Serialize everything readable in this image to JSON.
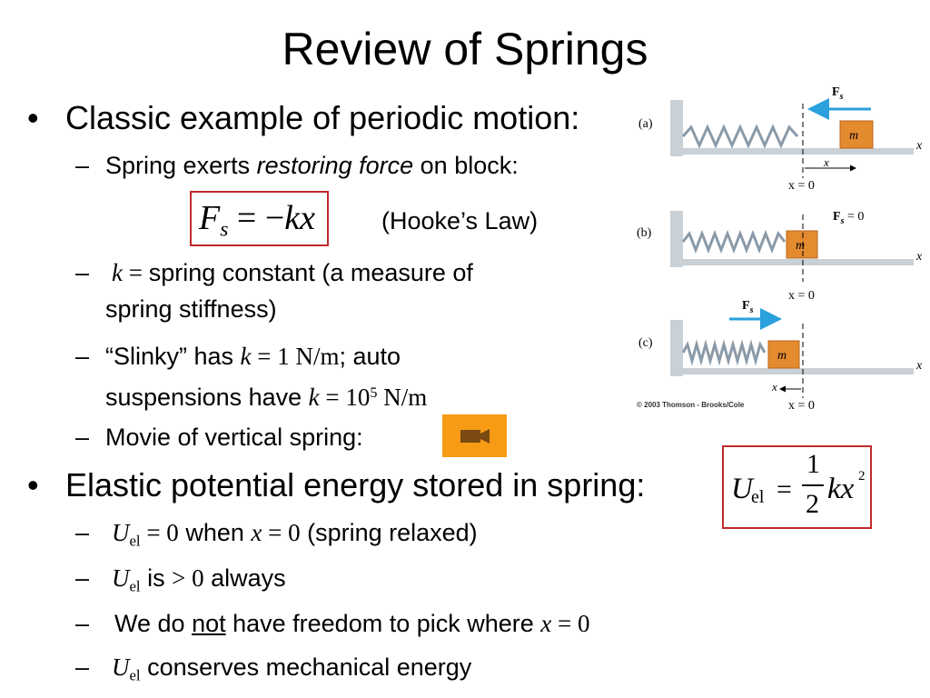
{
  "slide": {
    "title": "Review of Springs",
    "bullet_glyph": "•",
    "dash_glyph": "–",
    "b1": {
      "text": "Classic example of periodic motion:",
      "sub1": {
        "pre": "Spring exerts ",
        "em": "restoring force",
        "post": " on block:"
      },
      "hooke": {
        "F": "F",
        "s": "s",
        "eq": " = −",
        "kx": "kx",
        "label": "(Hooke’s Law)"
      },
      "sub2": {
        "k": "k",
        "eq": " = ",
        "line1": "spring constant (a measure of",
        "line2": "spring stiffness)"
      },
      "sub3": {
        "pre": "“Slinky” has ",
        "k": "k",
        "val": " = 1 N/m",
        "post": "; auto",
        "line2pre": "suspensions have ",
        "k2": "k",
        "val2a": " = 10",
        "exp": "5",
        "val2b": " N/m"
      },
      "sub4": {
        "text": "Movie of vertical spring:"
      }
    },
    "b2": {
      "text": "Elastic potential energy stored in spring:",
      "formula": {
        "U": "U",
        "el": "el",
        "eq": "=",
        "num": "1",
        "den": "2",
        "kx": "kx",
        "exp": "2"
      },
      "s1": {
        "U": "U",
        "el": "el",
        "eq0": " = 0",
        "when": " when ",
        "x": "x",
        "eq0b": " = 0",
        "post": " (spring relaxed)"
      },
      "s2": {
        "U": "U",
        "el": "el",
        "is": " is ",
        "gt": "> 0",
        "post": " always"
      },
      "s3": {
        "pre": "We do ",
        "not": "not",
        "post": " have freedom to pick where ",
        "x": "x",
        "eq0": " = 0"
      },
      "s4": {
        "U": "U",
        "el": "el",
        "post": " conserves mechanical energy"
      }
    }
  },
  "figure": {
    "panel_a": "(a)",
    "panel_b": "(b)",
    "panel_c": "(c)",
    "force": "F",
    "force_sub": "s",
    "force_zero": " = 0",
    "mass": "m",
    "axis": "x",
    "x0": "x = 0",
    "x_disp": "x",
    "credit": "© 2003 Thomson - Brooks/Cole",
    "colors": {
      "spring": "#8a9aa8",
      "block": "#e48a2f",
      "floor": "#9aa5ae",
      "arrow": "#2aa0dc",
      "box": "#c0292b",
      "camera": "#f79a14"
    }
  }
}
